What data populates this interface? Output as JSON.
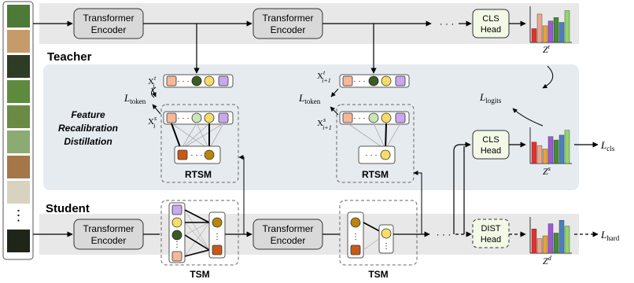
{
  "colors": {
    "band": "#e8e8e8",
    "teacher_panel": "#e6ebf0",
    "encoder_fill": "#d9d9d9",
    "head_fill": "#f3f9e6",
    "token_orange": "#f6b89b",
    "token_yellow": "#f8dc6a",
    "token_green_dark": "#3c5c23",
    "token_purple": "#c9a8ef",
    "token_light_green": "#c8e6b6",
    "token_brown": "#b7860b",
    "token_dark_orange": "#c75a18"
  },
  "sections": {
    "teacher": "Teacher",
    "student": "Student"
  },
  "teacher_row": {
    "encoder1": [
      "Transformer",
      "Encoder"
    ],
    "encoder2": [
      "Transformer",
      "Encoder"
    ],
    "ellipsis": "· · ·",
    "head": [
      "CLS",
      "Head"
    ],
    "output_label": "Z",
    "output_sup": "t"
  },
  "student_row": {
    "encoder1": [
      "Transformer",
      "Encoder"
    ],
    "encoder2": [
      "Transformer",
      "Encoder"
    ],
    "ellipsis": "· · ·",
    "tsm_label": "TSM",
    "dist_head": [
      "DIST",
      "Head"
    ],
    "dist_output_label": "Z",
    "dist_output_sup": "d",
    "hard_loss": {
      "script": "L",
      "sub": "hard"
    }
  },
  "distill": {
    "title": [
      "Feature",
      "Recalibration",
      "Distillation"
    ],
    "rtsm_label": "RTSM",
    "token_loss": {
      "script": "L",
      "sub": "token"
    },
    "xt_left": {
      "base": "X",
      "sup": "t",
      "sub": "i"
    },
    "xs_left": {
      "base": "X",
      "sup": "s",
      "sub": "i"
    },
    "xt_right": {
      "base": "X",
      "sup": "t",
      "sub": "i+1"
    },
    "xs_right": {
      "base": "X",
      "sup": "s",
      "sub": "i+1"
    },
    "logits_loss": {
      "script": "L",
      "sub": "logits"
    },
    "cls_head": [
      "CLS",
      "Head"
    ],
    "cls_output_label": "Z",
    "cls_output_sup": "s",
    "cls_loss": {
      "script": "L",
      "sub": "cls"
    }
  },
  "image_strip": {
    "ellipsis": "⋮"
  },
  "hist_colors": [
    "#e4302b",
    "#f0a58a",
    "#e7a33c",
    "#9b59d0",
    "#3f8d3a",
    "#4a7fc0",
    "#8fd66c"
  ],
  "histograms": {
    "teacher": [
      0.4,
      0.82,
      0.48,
      0.62,
      0.72,
      0.58,
      0.92
    ],
    "cls": [
      0.62,
      0.52,
      0.42,
      0.78,
      0.68,
      0.82,
      0.96
    ],
    "dist": [
      0.7,
      0.42,
      0.5,
      0.85,
      0.58,
      0.95,
      0.78
    ]
  }
}
